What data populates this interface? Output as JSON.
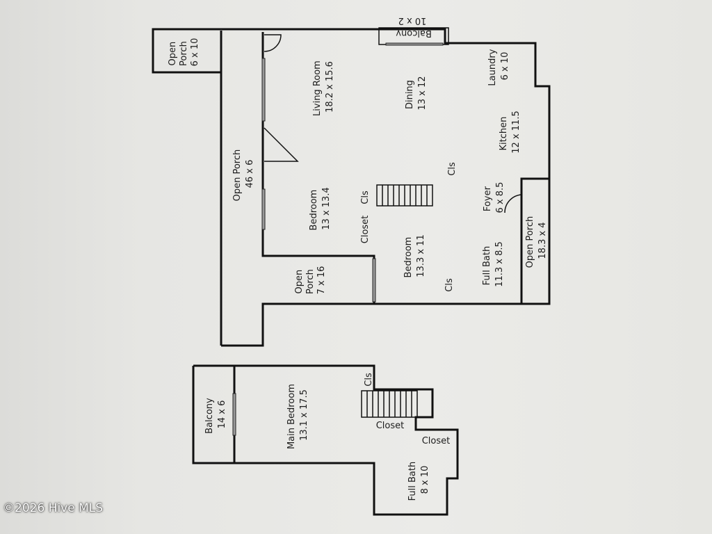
{
  "watermark": "©2026 Hive MLS",
  "main_floor": {
    "rooms": {
      "open_porch_top": [
        "Open",
        "Porch",
        "6 x 10"
      ],
      "living_room": [
        "Living Room",
        "18.2 x 15.6"
      ],
      "balcony": [
        "Balcony",
        "10 x 2"
      ],
      "dining": [
        "Dining",
        "13 x 12"
      ],
      "laundry": [
        "Laundry",
        "6 x 10"
      ],
      "kitchen": [
        "Kitchen",
        "12 x 11.5"
      ],
      "open_porch_long": [
        "Open Porch",
        "46 x 6"
      ],
      "bedroom_front": [
        "Bedroom",
        "13 x 13.4"
      ],
      "foyer": [
        "Foyer",
        "6 x 8.5"
      ],
      "bedroom_rear": [
        "Bedroom",
        "13.3 x 11"
      ],
      "full_bath": [
        "Full Bath",
        "11.3 x 8.5"
      ],
      "open_porch_entry": [
        "Open Porch",
        "18.3 x 4"
      ],
      "open_porch_side": [
        "Open",
        "Porch",
        "7 x 16"
      ]
    },
    "closet_labels": {
      "cls_center": "Cls",
      "cls_stairs": "Cls",
      "closet": "Closet",
      "cls_bath": "Cls"
    }
  },
  "upper_floor": {
    "rooms": {
      "balcony": [
        "Balcony",
        "14 x 6"
      ],
      "main_bedroom": [
        "Main Bedroom",
        "13.1 x 17.5"
      ],
      "full_bath": [
        "Full Bath",
        "8 x 10"
      ]
    },
    "closet_labels": {
      "cls": "Cls",
      "closet_stairs": "Closet",
      "closet_bath": "Closet"
    }
  }
}
